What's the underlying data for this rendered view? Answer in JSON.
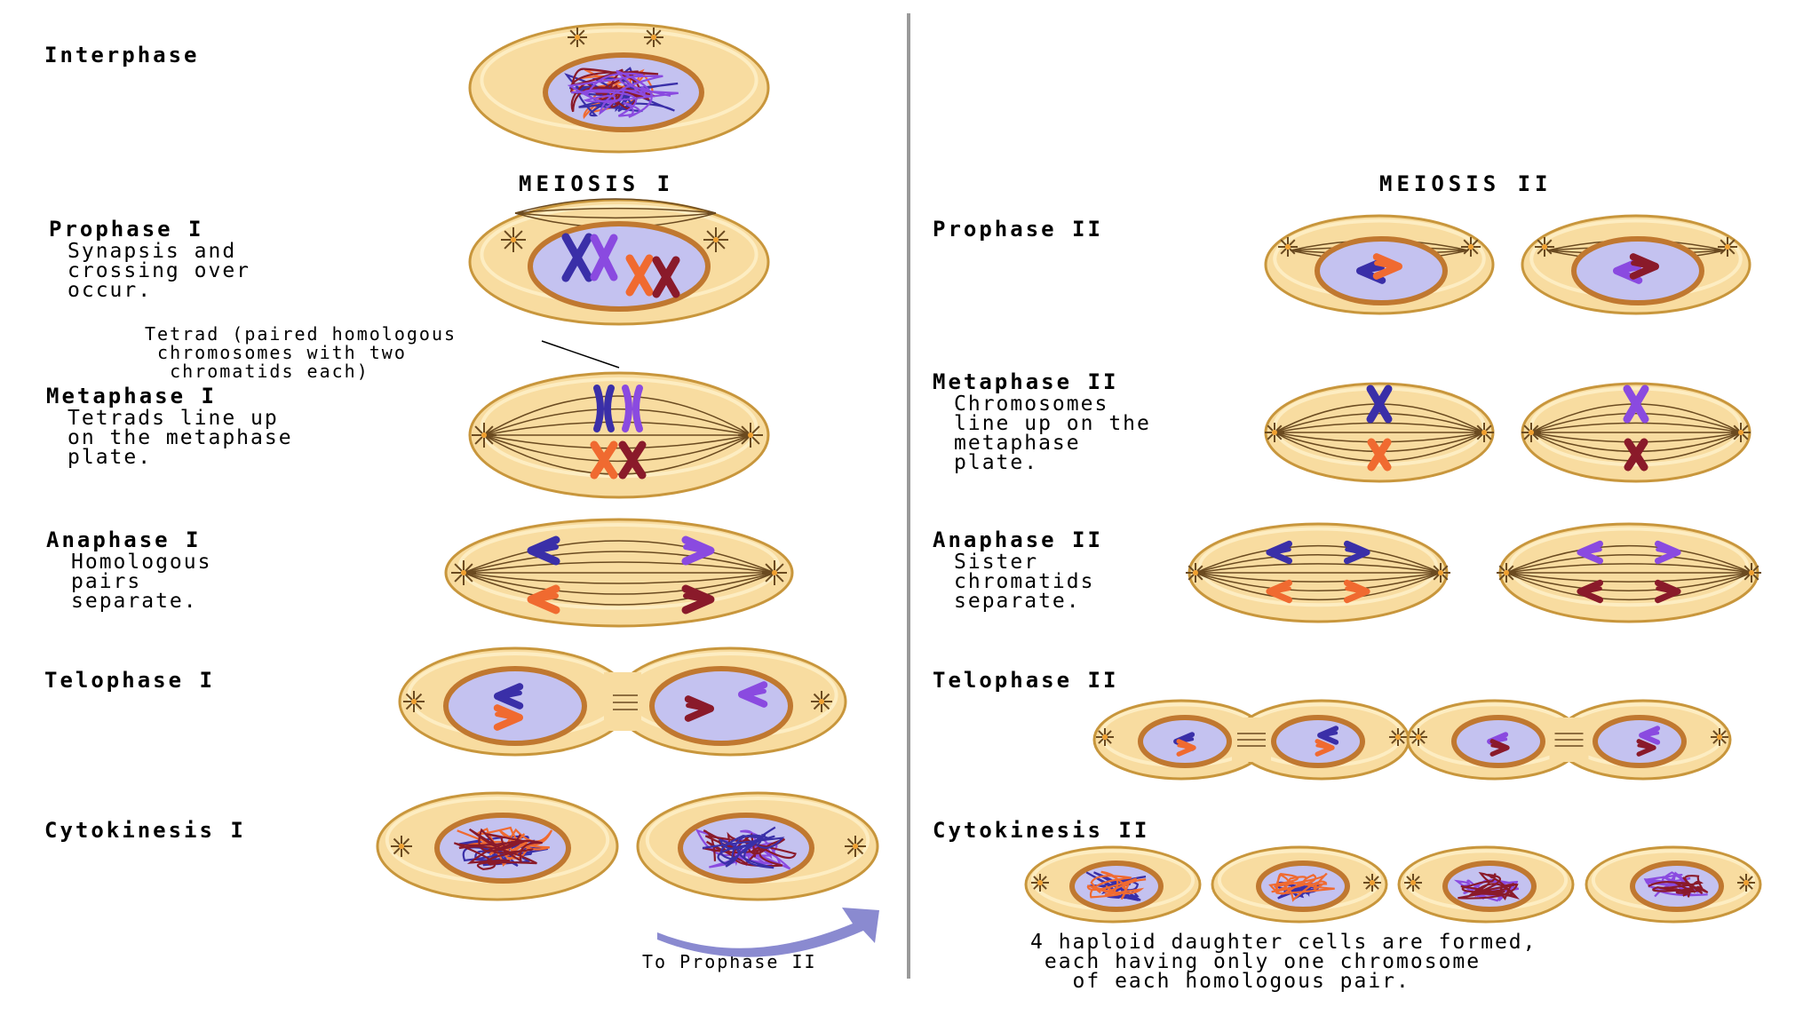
{
  "headings": {
    "meiosis1": "MEIOSIS I",
    "meiosis2": "MEIOSIS II"
  },
  "stages": {
    "interphase": {
      "name": "Interphase"
    },
    "prophase1": {
      "name": "Prophase I",
      "desc": "Synapsis and\ncrossing over\noccur."
    },
    "metaphase1": {
      "name": "Metaphase I",
      "desc": "Tetrads line up\non the metaphase\nplate."
    },
    "anaphase1": {
      "name": "Anaphase I",
      "desc": "Homologous\npairs\nseparate."
    },
    "telophase1": {
      "name": "Telophase I"
    },
    "cytokinesis1": {
      "name": "Cytokinesis I"
    },
    "prophase2": {
      "name": "Prophase II"
    },
    "metaphase2": {
      "name": "Metaphase II",
      "desc": "Chromosomes\nline up on the\nmetaphase\nplate."
    },
    "anaphase2": {
      "name": "Anaphase II",
      "desc": "Sister\nchromatids\nseparate."
    },
    "telophase2": {
      "name": "Telophase II"
    },
    "cytokinesis2": {
      "name": "Cytokinesis II"
    }
  },
  "annotations": {
    "tetrad": "Tetrad (paired homologous\n chromosomes with two\n  chromatids each)",
    "to_prophase2": "To Prophase II",
    "conclusion": "4 haploid daughter cells are formed,\n each having only one chromosome\n   of each homologous pair."
  },
  "colors": {
    "cytoplasm": "#f8dca0",
    "cell_border": "#c8963c",
    "nucleus": "#c4c2f0",
    "nuclear_envelope": "#c07830",
    "chromosome_dark_blue": "#3a2fa8",
    "chromosome_purple": "#8a4ae0",
    "chromosome_orange": "#f06a30",
    "chromosome_maroon": "#8a1a2a",
    "spindle": "#6a4a20",
    "arrow": "#8a8ad0",
    "divider": "#9a9a9a"
  }
}
